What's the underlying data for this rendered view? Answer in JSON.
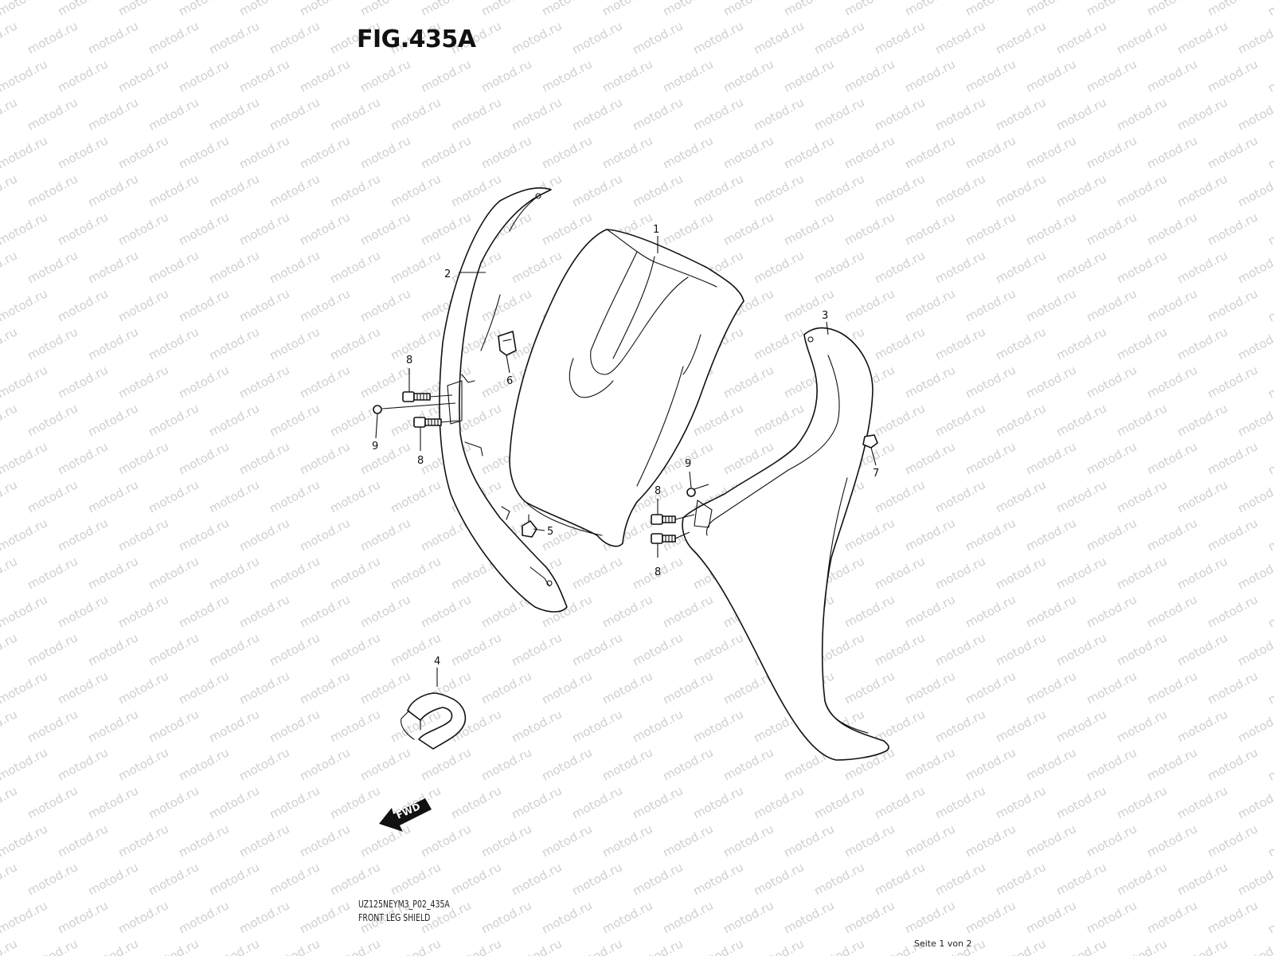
{
  "figure": {
    "title": "FIG.435A",
    "code": "UZ125NEYM3_P02_435A",
    "caption": "FRONT LEG SHIELD",
    "page": "Seite 1 von 2",
    "watermark": "motod.ru",
    "direction_label": "FWD"
  },
  "callouts": [
    {
      "id": "c1",
      "label": "1"
    },
    {
      "id": "c2",
      "label": "2"
    },
    {
      "id": "c3",
      "label": "3"
    },
    {
      "id": "c4",
      "label": "4"
    },
    {
      "id": "c5",
      "label": "5"
    },
    {
      "id": "c6",
      "label": "6"
    },
    {
      "id": "c7",
      "label": "7"
    },
    {
      "id": "c8a",
      "label": "8"
    },
    {
      "id": "c8b",
      "label": "8"
    },
    {
      "id": "c8c",
      "label": "8"
    },
    {
      "id": "c8d",
      "label": "8"
    },
    {
      "id": "c9a",
      "label": "9"
    },
    {
      "id": "c9b",
      "label": "9"
    }
  ],
  "colors": {
    "line": "#111111",
    "watermark": "#cfcfcf",
    "background": "#ffffff"
  }
}
